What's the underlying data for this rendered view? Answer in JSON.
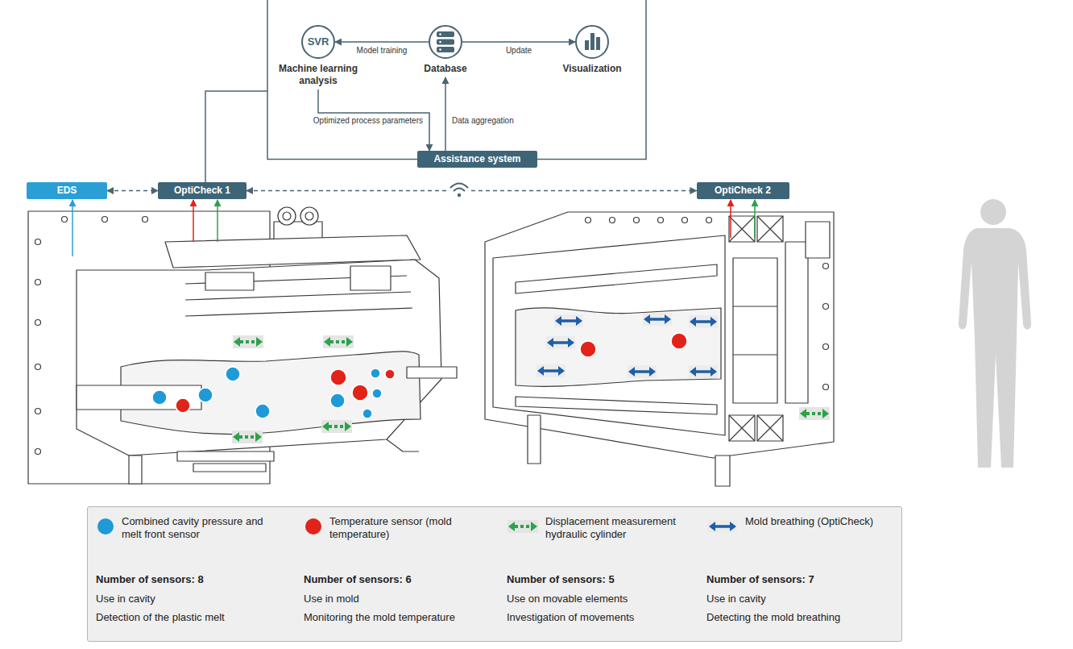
{
  "diagram": {
    "nodes": [
      {
        "text": [
          "SVR",
          "Machine learning analysis"
        ]
      },
      {
        "text": [
          "Database"
        ]
      },
      {
        "text": [
          "Visualization"
        ]
      },
      {
        "text": [
          "Assistance system"
        ]
      },
      {
        "text": [
          "EDS"
        ]
      },
      {
        "text": [
          "OptiCheck 1"
        ]
      },
      {
        "text": [
          "OptiCheck 2"
        ]
      }
    ],
    "edges": [
      {
        "from": 1,
        "to": 0,
        "label": "Model training",
        "arrow": "to"
      },
      {
        "from": 1,
        "to": 2,
        "label": "Update",
        "arrow": "to"
      },
      {
        "from": 0,
        "to": 3,
        "label": "Optimized process parameters",
        "arrow": "to"
      },
      {
        "from": 3,
        "to": 1,
        "label": "Data aggregation",
        "arrow": "to"
      },
      {
        "from": 4,
        "to": 5,
        "arrow": "both"
      },
      {
        "from": 5,
        "to": 6,
        "arrow": "both"
      },
      {
        "from": 5,
        "to": 3,
        "arrow": "none"
      }
    ],
    "labels": [
      "Number of sensors: 8",
      "Use in cavity",
      "Detection of the plastic melt",
      "Number of sensors: 6",
      "Use in mold",
      "Monitoring the mold temperature",
      "Number of sensors: 5",
      "Use on movable elements",
      "Investigation of movements",
      "Number of sensors: 7",
      "Use in cavity",
      "Detecting the mold breathing"
    ],
    "legend": [
      {
        "text": "Combined cavity pressure and melt front sensor",
        "color": "#1e9ad6"
      },
      {
        "text": "Temperature sensor (mold temperature)",
        "color": "#e2231a"
      },
      {
        "text": "Displacement measurement hydraulic cylinder"
      },
      {
        "text": "Mold breathing (OptiCheck)"
      }
    ]
  }
}
